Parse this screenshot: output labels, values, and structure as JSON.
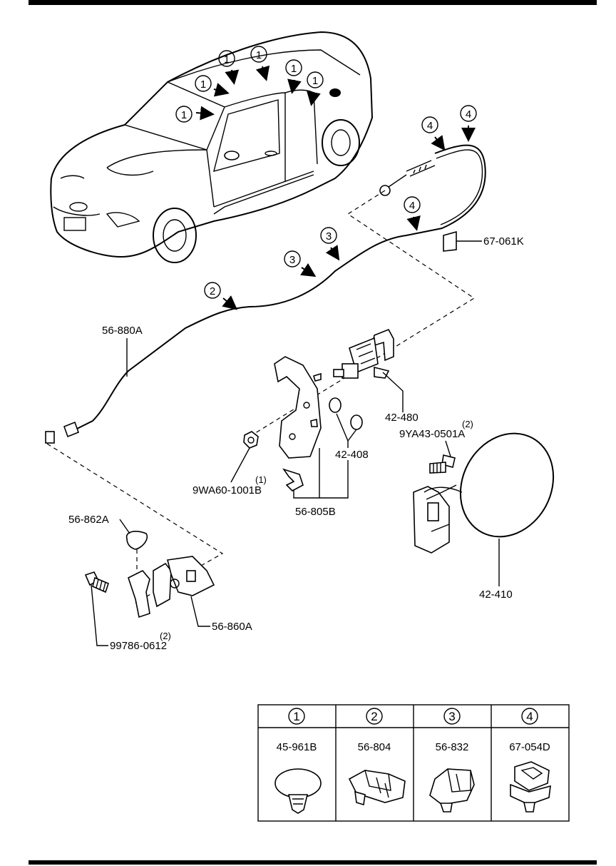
{
  "callouts": {
    "c1": "1",
    "c2": "2",
    "c3": "3",
    "c4": "4"
  },
  "labels": {
    "cable_bracket": "67-061K",
    "cable": "56-880A",
    "actuator": "42-480",
    "bolt_9ya": "9YA43-0501A",
    "bolt_9ya_qty": "(2)",
    "bushing": "42-408",
    "nut_9wa": "9WA60-1001B",
    "nut_9wa_qty": "(1)",
    "bracket_set": "56-805B",
    "lid": "42-410",
    "cap": "56-862A",
    "opener": "56-860A",
    "bolt_997": "99786-0612",
    "bolt_997_qty": "(2)"
  },
  "clip_table": {
    "columns": [
      {
        "number": "1",
        "part": "45-961B"
      },
      {
        "number": "2",
        "part": "56-804"
      },
      {
        "number": "3",
        "part": "56-832"
      },
      {
        "number": "4",
        "part": "67-054D"
      }
    ]
  }
}
